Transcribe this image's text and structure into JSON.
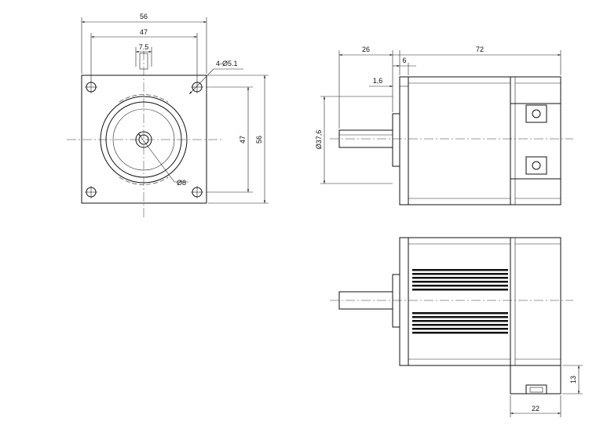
{
  "front_view": {
    "dim_width_outer": "56",
    "dim_hole_spacing_h": "47",
    "dim_shaft_offset": "7.5",
    "dim_holes": "4-Ø5.1",
    "dim_hole_spacing_v": "47",
    "dim_height_outer": "56",
    "dim_shaft_dia": "Ø8"
  },
  "side_view": {
    "dim_shaft_length": "26",
    "dim_pilot_length": "6",
    "dim_body_length": "72",
    "dim_flange_thickness": "1,6",
    "dim_pilot_dia": "Ø37,6"
  },
  "bottom_view": {
    "dim_connector_height": "13",
    "dim_connector_width": "22"
  }
}
